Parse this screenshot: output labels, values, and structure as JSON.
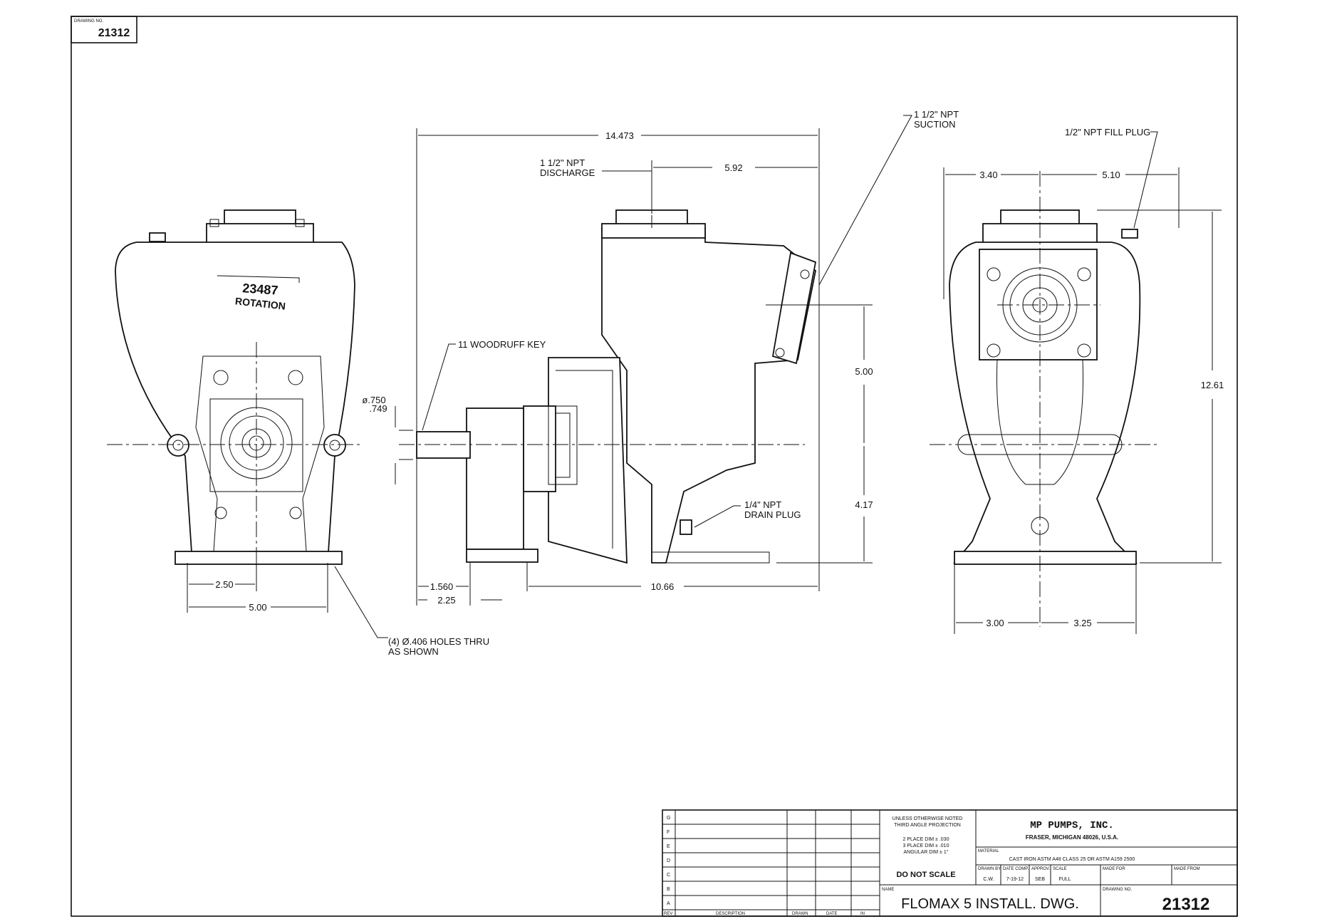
{
  "drawing_number": "21312",
  "drawing_no_label": "DRAWING NO.",
  "dimensions": {
    "overall_length": "14.473",
    "discharge_offset": "5.92",
    "right_left": "3.40",
    "right_right": "5.10",
    "vertical_upper": "5.00",
    "vertical_lower": "4.17",
    "overall_height": "12.61",
    "shaft_dia": "ø.750",
    "shaft_dia_min": ".749",
    "front_half_base": "2.50",
    "front_base": "5.00",
    "side_key_offset": "1.560",
    "side_base_offset": "2.25",
    "side_base_length": "10.66",
    "right_base_left": "3.00",
    "right_base_right": "3.25"
  },
  "callouts": {
    "discharge_line1": "1 1/2\" NPT",
    "discharge_line2": "DISCHARGE",
    "suction_line1": "1 1/2\" NPT",
    "suction_line2": "SUCTION",
    "fill_plug": "1/2\" NPT FILL PLUG",
    "woodruff_key": "11 WOODRUFF KEY",
    "drain_line1": "1/4\" NPT",
    "drain_line2": "DRAIN PLUG",
    "holes_line1": "(4) Ø.406 HOLES THRU",
    "holes_line2": "AS SHOWN",
    "casting_number": "23487",
    "casting_word": "ROTATION"
  },
  "title_block": {
    "rev_rows": [
      "G",
      "F",
      "E",
      "D",
      "C",
      "B",
      "A"
    ],
    "rev_headers": [
      "REV",
      "DESCRIPTION",
      "DRAWN",
      "DATE",
      "IN"
    ],
    "tolerance_line1": "UNLESS OTHERWISE NOTED",
    "tolerance_line2": "THIRD ANGLE PROJECTION",
    "tolerance_2place": "2 PLACE DIM ± .030",
    "tolerance_3place": "3 PLACE DIM ± .010",
    "tolerance_angular": "ANGULAR DIM ± 1°",
    "do_not_scale": "DO NOT SCALE",
    "company": "MP PUMPS, INC.",
    "address": "FRASER, MICHIGAN 48026, U.S.A.",
    "material_label": "MATERIAL",
    "material": "CAST IRON ASTM A48 CLASS 25 OR ASTM A159 2500",
    "drawn_by_label": "DRAWN BY",
    "drawn_by": "C.W.",
    "date_comp_label": "DATE COMP.",
    "date_comp": "7-19-12",
    "approv_label": "APPROV.",
    "approv": "SEB",
    "scale_label": "SCALE",
    "scale": "FULL",
    "made_for_label": "MADE FOR",
    "made_from_label": "MADE FROM",
    "name_label": "NAME",
    "name": "FLOMAX 5 INSTALL. DWG.",
    "drawing_no_label": "DRAWING NO.",
    "drawing_no": "21312"
  }
}
